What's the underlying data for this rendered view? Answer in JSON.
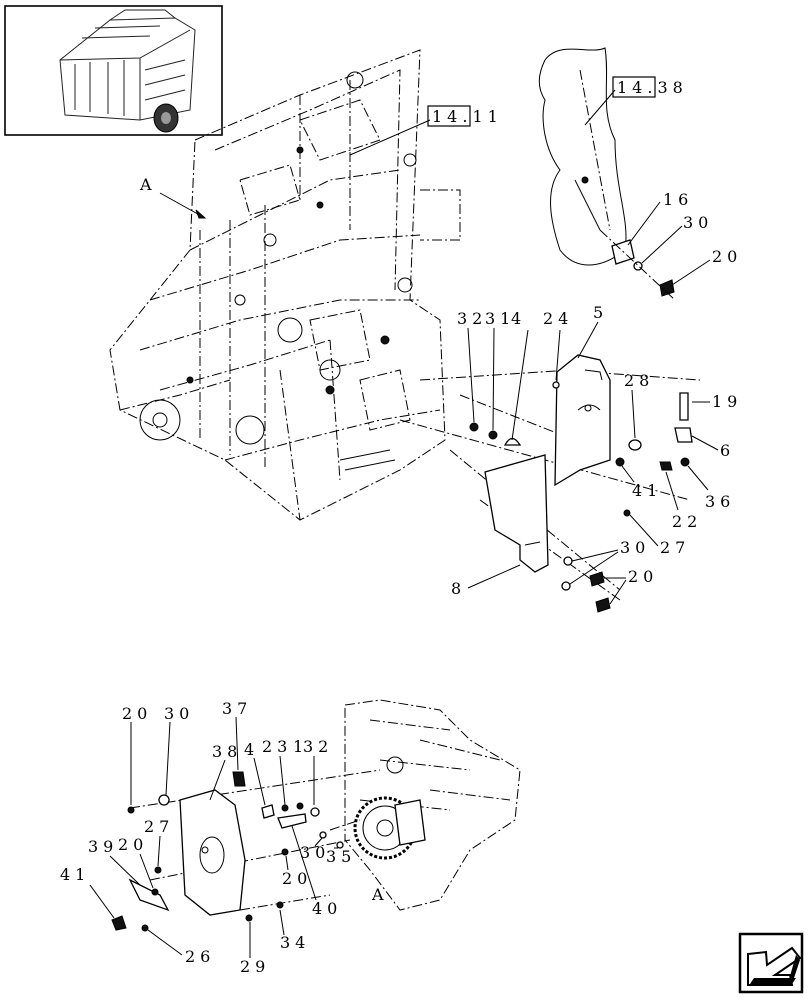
{
  "diagram": {
    "view_marker_top": "A",
    "view_marker_bottom": "A",
    "refs": {
      "r1": "14.11",
      "r2": "14.38"
    },
    "top_callouts": {
      "c16": "16",
      "c30a": "30",
      "c20a": "20",
      "c32": "32",
      "c31": "31",
      "c4": "4",
      "c24": "24",
      "c5": "5",
      "c28": "28",
      "c19": "19",
      "c6": "6",
      "c41": "41",
      "c36": "36",
      "c22": "22",
      "c27": "27",
      "c30b": "30",
      "c20b": "20",
      "c8": "8"
    },
    "bottom_callouts": {
      "c20": "20",
      "c30": "30",
      "c37": "37",
      "c38": "38",
      "c4": "4",
      "c23": "23",
      "c1": "1",
      "c32": "32",
      "c27": "27",
      "c39": "39",
      "c20b": "20",
      "c30b": "30",
      "c35": "35",
      "c20c": "20",
      "c40": "40",
      "c41": "41",
      "c26": "26",
      "c29": "29",
      "c34": "34"
    }
  }
}
